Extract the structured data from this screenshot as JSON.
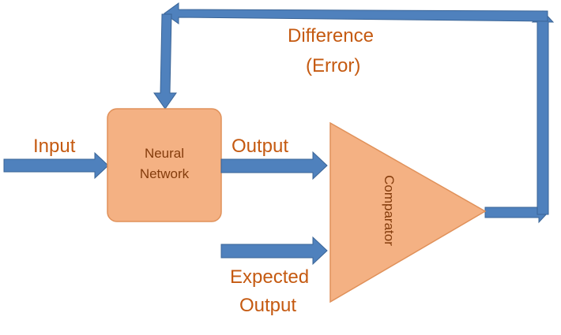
{
  "labels": {
    "input": "Input",
    "output": "Output",
    "expected_line1": "Expected",
    "expected_line2": "Output",
    "difference_line1": "Difference",
    "difference_line2": "(Error)",
    "neural_line1": "Neural",
    "neural_line2": "Network",
    "comparator": "Comparator"
  },
  "colors": {
    "arrow_fill": "#4f81bd",
    "arrow_stroke": "#3a6496",
    "shape_fill": "#f4b183",
    "shape_stroke": "#e0915a",
    "label_text": "#c55a11",
    "shape_text": "#843c0c"
  }
}
